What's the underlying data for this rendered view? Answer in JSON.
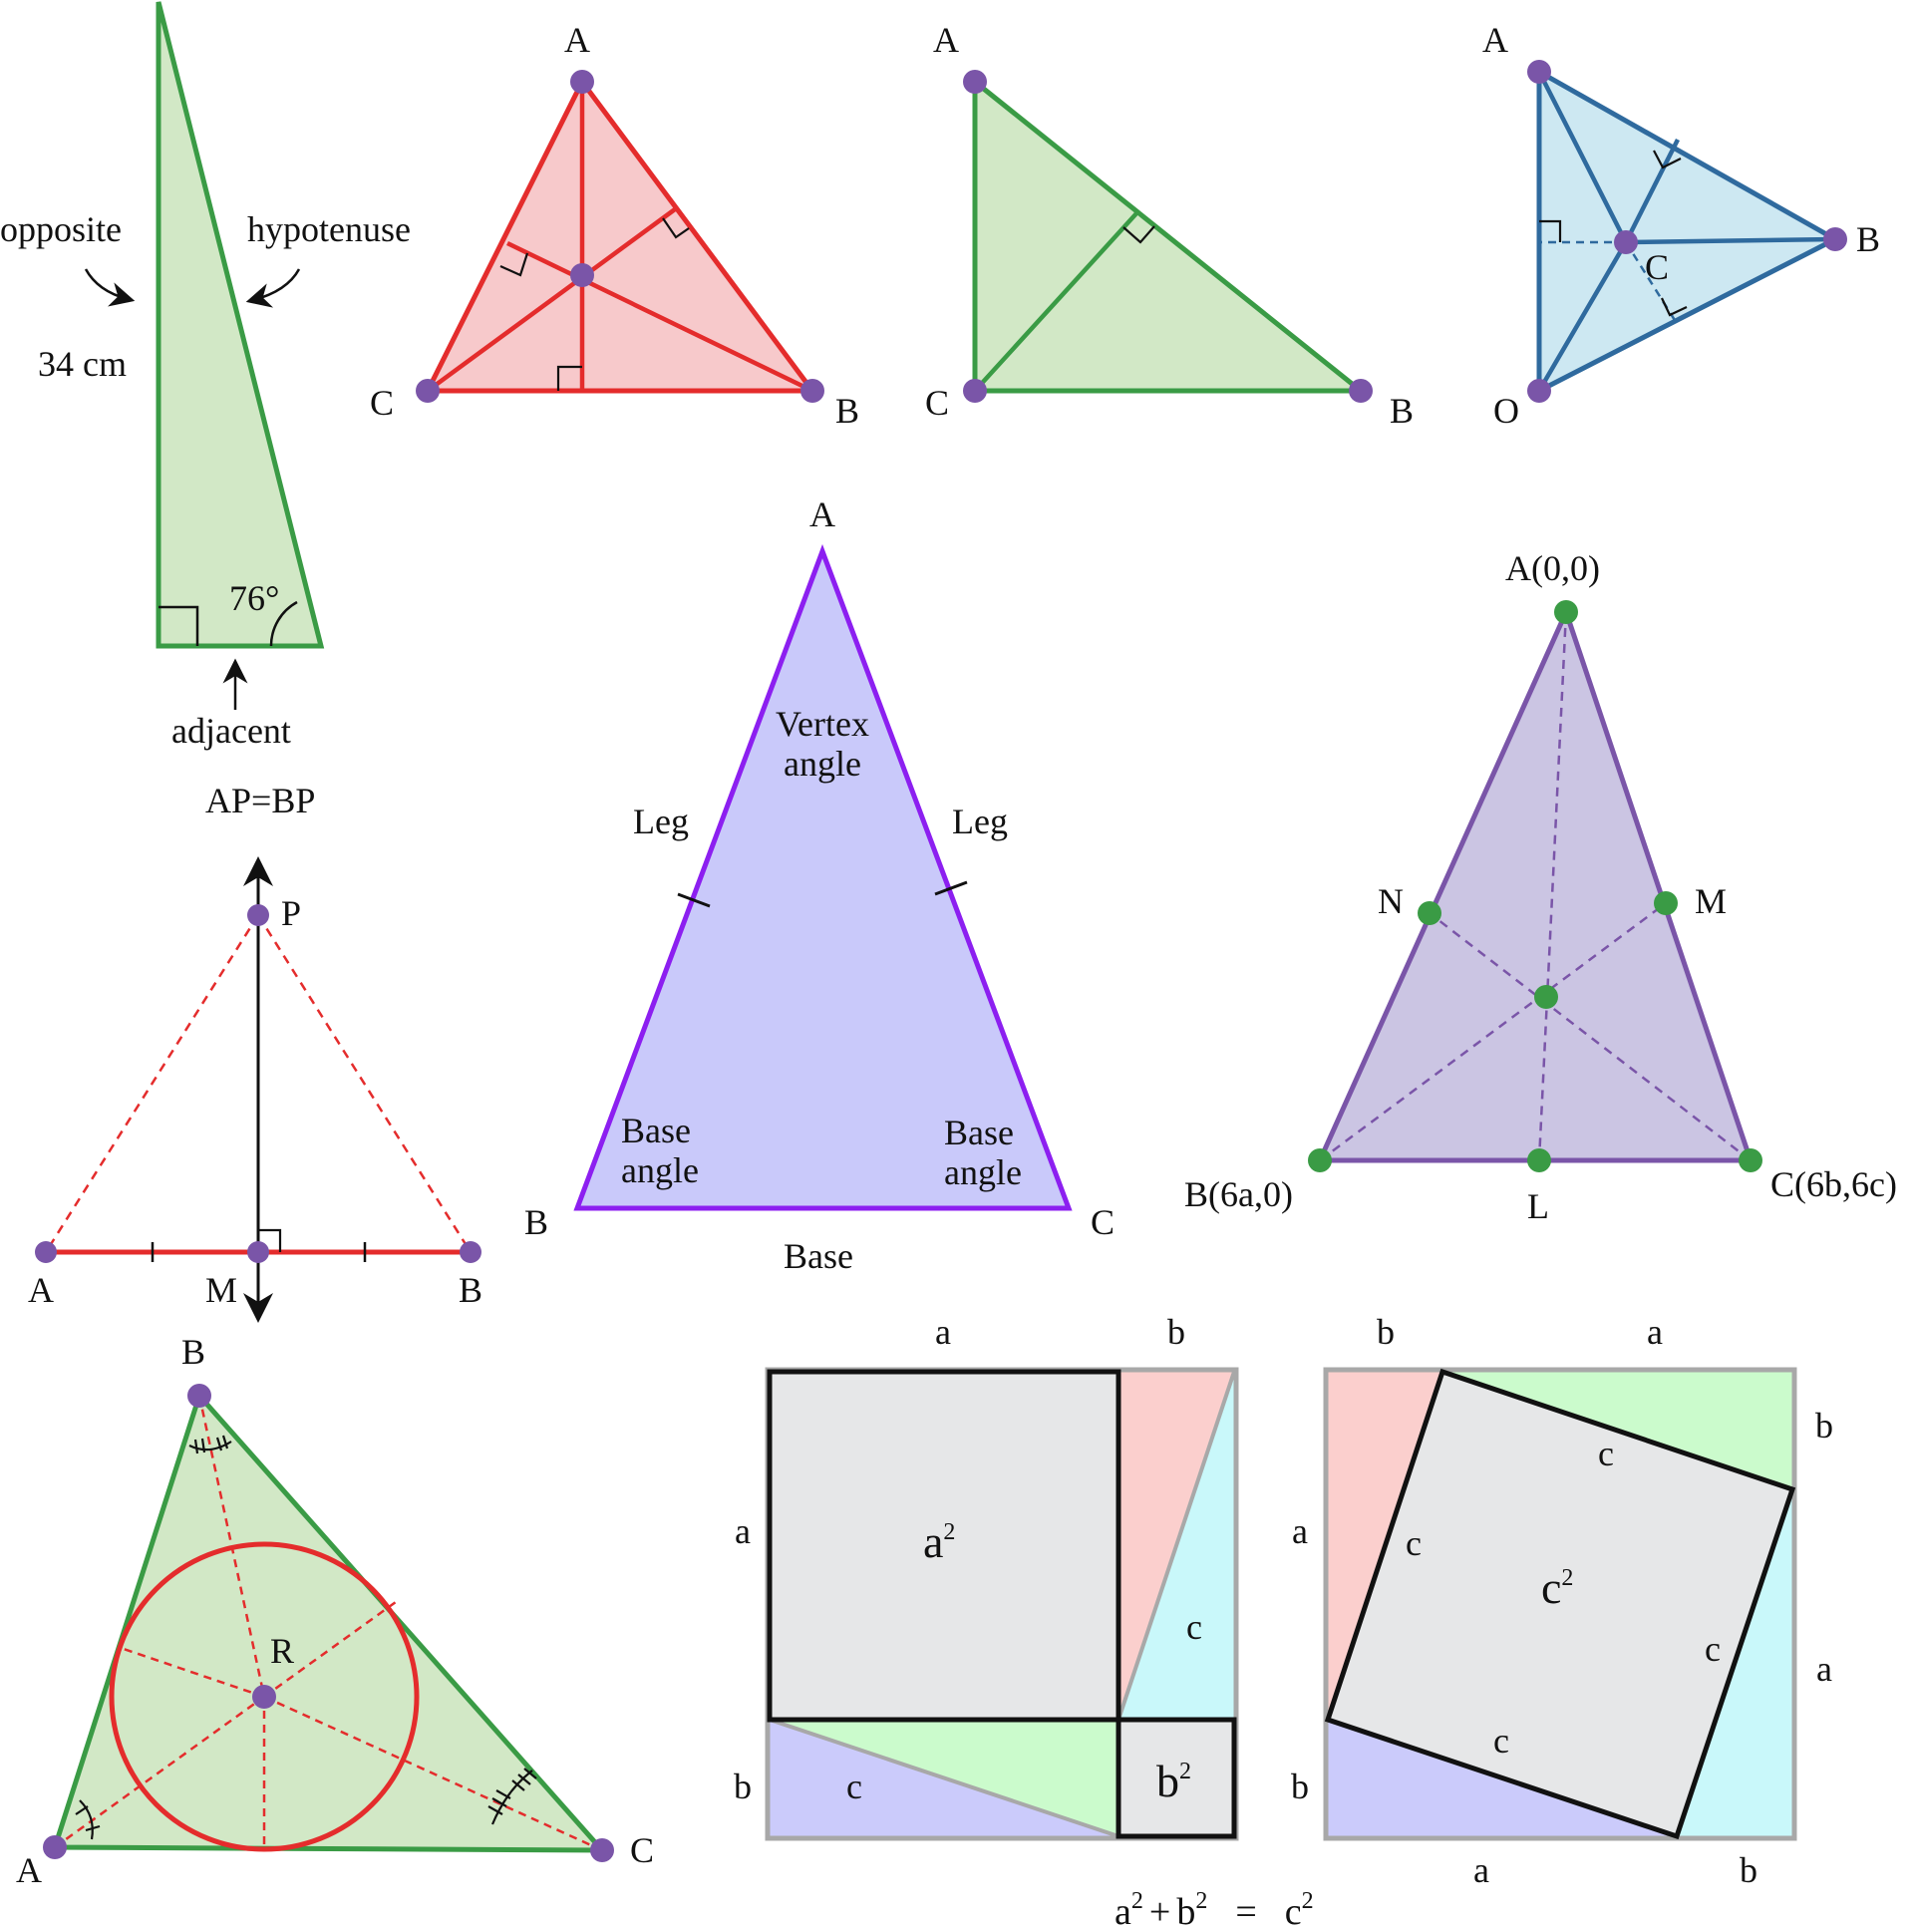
{
  "colors": {
    "green_stroke": "#3a9b45",
    "green_fill": "#d2e8c6",
    "red_stroke": "#e42c2c",
    "red_fill": "#f7c9cb",
    "blue_stroke": "#2f6a9e",
    "blue_fill": "#cde8f2",
    "purple_stroke": "#8c1ff0",
    "lavender_fill": "#c9c9fa",
    "centroid_fill": "#cbc5e3",
    "centroid_stroke": "#7a55a8",
    "dot_purple": "#7a55a8",
    "dot_green": "#3a9b45",
    "gray_box": "#e6e7e8",
    "gray_border": "#a8a8a8",
    "pink": "#fbcfcd",
    "cyan": "#c9f8fa",
    "mint": "#cbfbcc",
    "periwinkle": "#cbcbfb"
  },
  "trig": {
    "opposite": "opposite",
    "hypotenuse": "hypotenuse",
    "side_length": "34 cm",
    "angle": "76°",
    "adjacent": "adjacent"
  },
  "orthocenter": {
    "A": "A",
    "B": "B",
    "C": "C"
  },
  "right_triangle": {
    "A": "A",
    "B": "B",
    "C": "C"
  },
  "blue_triangle": {
    "A": "A",
    "B": "B",
    "C": "C",
    "O": "O"
  },
  "bisector": {
    "title": "AP=BP",
    "P": "P",
    "A": "A",
    "M": "M",
    "B": "B"
  },
  "isosceles": {
    "A": "A",
    "B": "B",
    "C": "C",
    "vertex_1": "Vertex",
    "vertex_2": "angle",
    "leg_left": "Leg",
    "leg_right": "Leg",
    "base_left_1": "Base",
    "base_left_2": "angle",
    "base_right_1": "Base",
    "base_right_2": "angle",
    "base": "Base"
  },
  "centroid": {
    "A": "A(0,0)",
    "B": "B(6a,0)",
    "C": "C(6b,6c)",
    "N": "N",
    "M": "M",
    "L": "L"
  },
  "incircle": {
    "B": "B",
    "A": "A",
    "C": "C",
    "R": "R"
  },
  "proof_left": {
    "top_a": "a",
    "top_b": "b",
    "left_a": "a",
    "left_b": "b",
    "a_sq_base": "a",
    "a_sq_exp": "2",
    "b_sq_base": "b",
    "b_sq_exp": "2",
    "c_right": "c",
    "c_bottom": "c"
  },
  "proof_right": {
    "top_b": "b",
    "top_a": "a",
    "right_b": "b",
    "right_a": "a",
    "left_a": "a",
    "left_b": "b",
    "bottom_a": "a",
    "bottom_b": "b",
    "c_top": "c",
    "c_left": "c",
    "c_right": "c",
    "c_bottom": "c",
    "c_sq_base": "c",
    "c_sq_exp": "2"
  },
  "equation": {
    "a": "a",
    "a_exp": "2",
    "plus": "+",
    "b": "b",
    "b_exp": "2",
    "equals": "=",
    "c": "c",
    "c_exp": "2"
  }
}
